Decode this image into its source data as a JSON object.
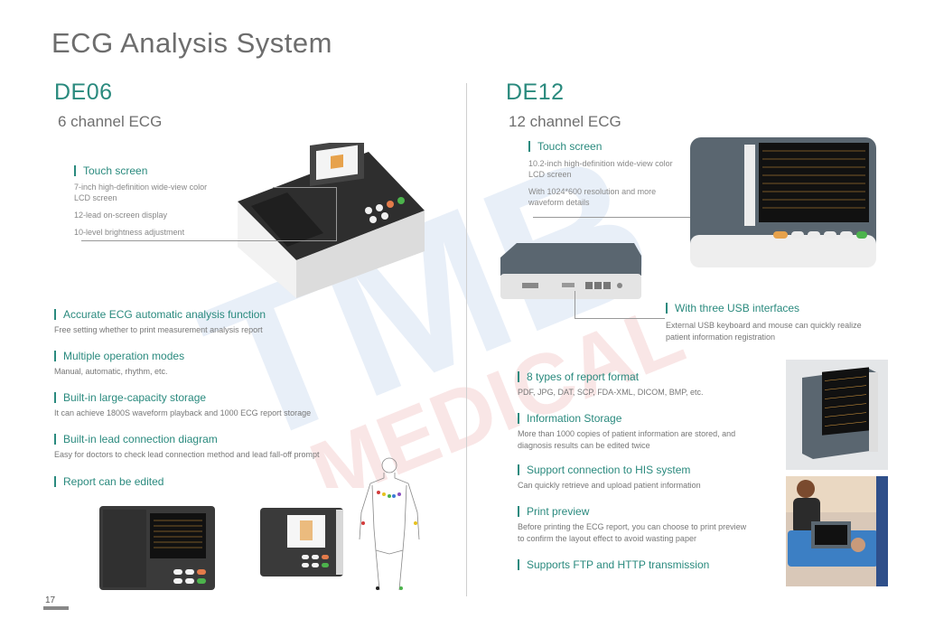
{
  "page": {
    "title": "ECG Analysis System",
    "number": "17"
  },
  "watermark": {
    "line1": "TMB",
    "line2": "MEDICAL"
  },
  "left": {
    "model": "DE06",
    "subtitle": "6 channel ECG",
    "touch_screen": {
      "title": "Touch screen",
      "lines": [
        "7-inch high-definition wide-view color",
        "LCD screen",
        "12-lead on-screen display",
        "10-level brightness adjustment"
      ]
    },
    "features": [
      {
        "title": "Accurate ECG automatic analysis function",
        "desc": "Free setting whether to print measurement analysis report"
      },
      {
        "title": "Multiple operation modes",
        "desc": "Manual, automatic, rhythm, etc."
      },
      {
        "title": "Built-in large-capacity storage",
        "desc": "It can achieve 1800S waveform playback and 1000 ECG report storage"
      },
      {
        "title": "Built-in lead connection diagram",
        "desc": "Easy for doctors to check lead connection method and lead fall-off prompt"
      },
      {
        "title": "Report can be edited",
        "desc": ""
      }
    ]
  },
  "right": {
    "model": "DE12",
    "subtitle": "12 channel ECG",
    "touch_screen": {
      "title": "Touch screen",
      "lines": [
        "10.2-inch high-definition wide-view color",
        "LCD screen",
        "With 1024*600 resolution and more",
        "waveform details"
      ]
    },
    "usb": {
      "title": "With three USB interfaces",
      "lines": [
        "External USB keyboard and mouse can quickly realize",
        "patient information registration"
      ]
    },
    "features": [
      {
        "title": "8 types of report format",
        "lines": [
          "PDF, JPG, DAT, SCP, FDA-XML, DICOM, BMP, etc."
        ]
      },
      {
        "title": "Information Storage",
        "lines": [
          "More than 1000 copies of patient information are stored, and",
          "diagnosis results can be edited twice"
        ]
      },
      {
        "title": "Support connection to HIS system",
        "lines": [
          "Can quickly retrieve and upload patient information"
        ]
      },
      {
        "title": "Print preview",
        "lines": [
          "Before printing the ECG report, you can choose to print preview",
          "to confirm the layout effect to avoid wasting paper"
        ]
      },
      {
        "title": "Supports FTP and HTTP transmission",
        "lines": []
      }
    ]
  },
  "colors": {
    "accent": "#2a8a7e",
    "watermark_blue": "#d6e2f3",
    "watermark_red": "#f6d6d6"
  }
}
